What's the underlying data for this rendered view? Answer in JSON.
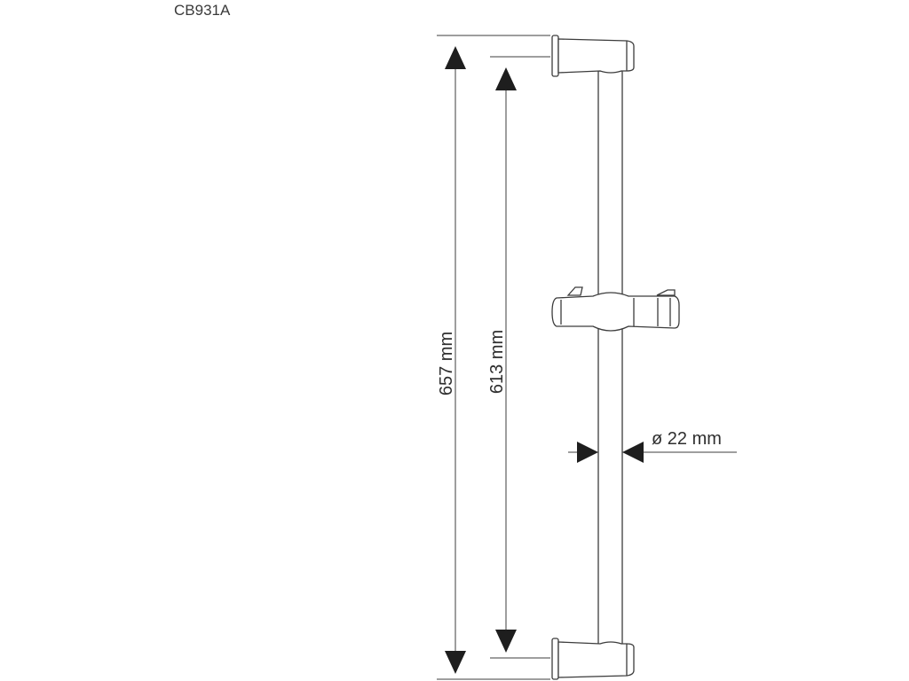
{
  "model_code": "CB931A",
  "dimensions": {
    "overall_length": "657 mm",
    "bracket_spacing": "613 mm",
    "rail_diameter": "ø 22 mm"
  },
  "colors": {
    "line": "#3c3c3c",
    "fill": "#ffffff",
    "arrow": "#1e1e1e"
  }
}
